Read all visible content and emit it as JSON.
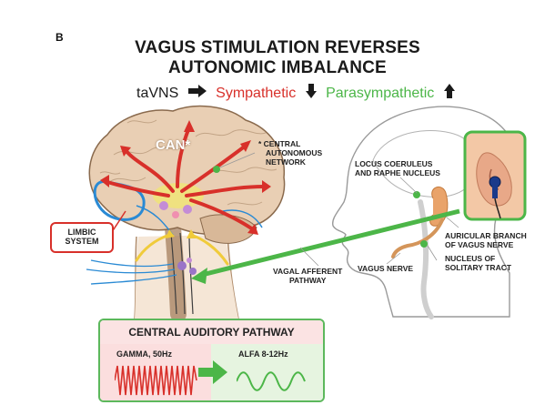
{
  "panel_letter": "B",
  "title": {
    "line1": "VAGUS STIMULATION REVERSES",
    "line2": "AUTONOMIC IMBALANCE"
  },
  "subtitle": {
    "tavns": "taVNS",
    "sympathetic": "Sympathetic",
    "parasympathetic": "Parasympathetic"
  },
  "colors": {
    "sympathetic": "#d8302a",
    "parasympathetic": "#4cb648",
    "brain": "#e9cfb4",
    "brain_outline": "#8a6a4d"
  },
  "labels": {
    "can": "CAN*",
    "can_note_l1": "* CENTRAL",
    "can_note_l2": "AUTONOMOUS",
    "can_note_l3": "NETWORK",
    "limbic_l1": "LIMBIC",
    "limbic_l2": "SYSTEM",
    "locus_l1": "LOCUS COERULEUS",
    "locus_l2": "AND RAPHE NUCLEUS",
    "auricular_l1": "AURICULAR BRANCH",
    "auricular_l2": "OF VAGUS NERVE",
    "nucleus_l1": "NUCLEUS OF",
    "nucleus_l2": "SOLITARY TRACT",
    "vagus_nerve": "VAGUS NERVE",
    "vagal_l1": "VAGAL AFFERENT",
    "vagal_l2": "PATHWAY"
  },
  "auditory": {
    "title": "CENTRAL AUDITORY PATHWAY",
    "left_label": "GAMMA, 50Hz",
    "right_label": "ALFA 8-12Hz"
  }
}
